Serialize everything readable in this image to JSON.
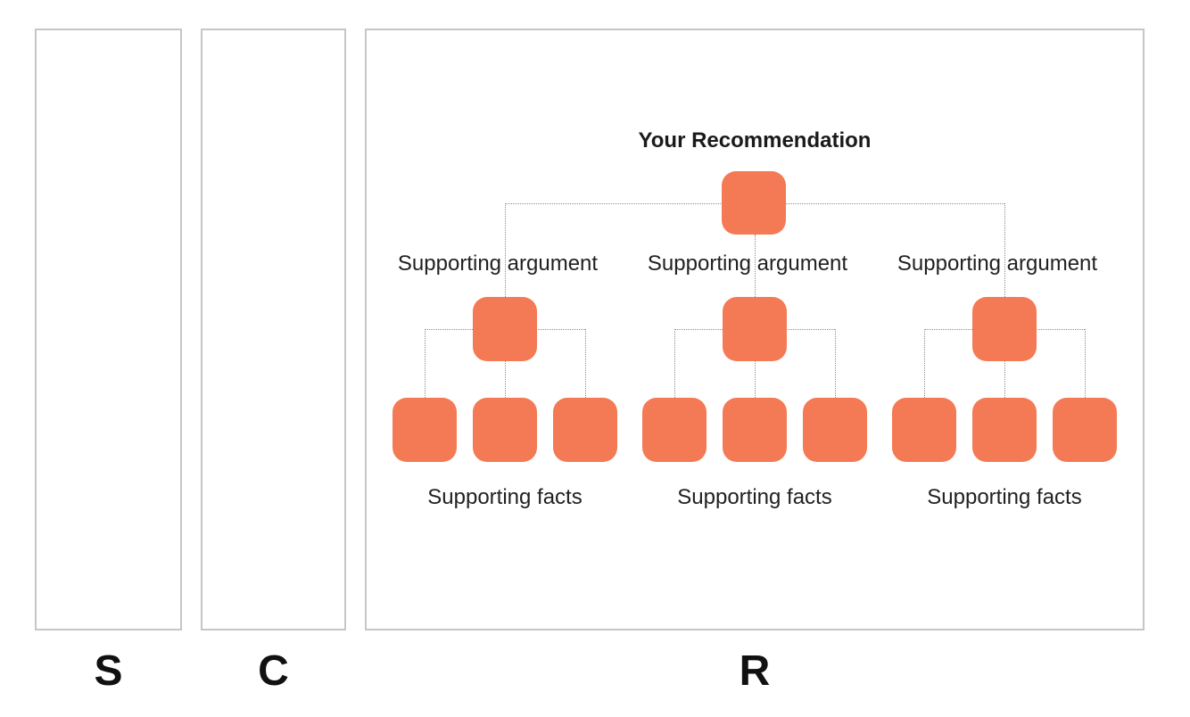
{
  "panels": [
    {
      "letter": "S"
    },
    {
      "letter": "C"
    },
    {
      "letter": "R"
    }
  ],
  "diagram": {
    "title": "Your Recommendation",
    "groups": [
      {
        "argument_label": "Supporting argument",
        "facts_label": "Supporting facts"
      },
      {
        "argument_label": "Supporting argument",
        "facts_label": "Supporting facts"
      },
      {
        "argument_label": "Supporting argument",
        "facts_label": "Supporting facts"
      }
    ]
  },
  "colors": {
    "accent_orange": "#F47A55",
    "panel_border": "#C6C6CA",
    "connector_gray": "#8C8C8C",
    "text_black": "#212121"
  }
}
